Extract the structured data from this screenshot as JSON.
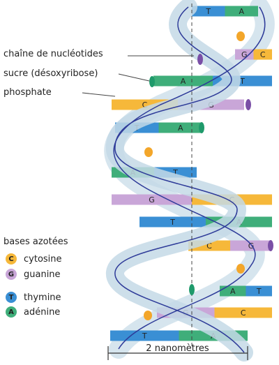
{
  "labels": {
    "chain": "chaîne de nucléotides",
    "sugar": "sucre (désoxyribose)",
    "phosphate": "phosphate"
  },
  "legend": {
    "title": "bases azotées",
    "items": [
      {
        "letter": "C",
        "name": "cytosine",
        "color": "#f6b83a"
      },
      {
        "letter": "G",
        "name": "guanine",
        "color": "#c9a6d8"
      },
      {
        "letter": "T",
        "name": "thymine",
        "color": "#3a8fd4"
      },
      {
        "letter": "A",
        "name": "adénine",
        "color": "#3fae7a"
      }
    ]
  },
  "scale_label": "2 nanomètres",
  "colors": {
    "C": "#f6b83a",
    "G": "#c9a6d8",
    "T": "#3a8fd4",
    "A": "#3fae7a",
    "ribbon": "#cfe0ea",
    "strand": "#2e3b99",
    "phosphate": "#f3a62a",
    "sugar_oval": "#1f9a6b",
    "sugar_oval2": "#7a4fa6"
  },
  "rungs": [
    {
      "left": "T",
      "right": "A"
    },
    {
      "left": "G",
      "right": "C"
    },
    {
      "left": "A",
      "right": "T"
    },
    {
      "left": "C",
      "right": "G"
    },
    {
      "left": "T",
      "right": "A"
    },
    {
      "left": "A",
      "right": "T"
    },
    {
      "left": "G",
      "right": "C"
    },
    {
      "left": "T",
      "right": "A"
    },
    {
      "left": "C",
      "right": "G"
    },
    {
      "left": "A",
      "right": "T"
    },
    {
      "left": "G",
      "right": "C"
    },
    {
      "left": "T",
      "right": "A"
    }
  ]
}
